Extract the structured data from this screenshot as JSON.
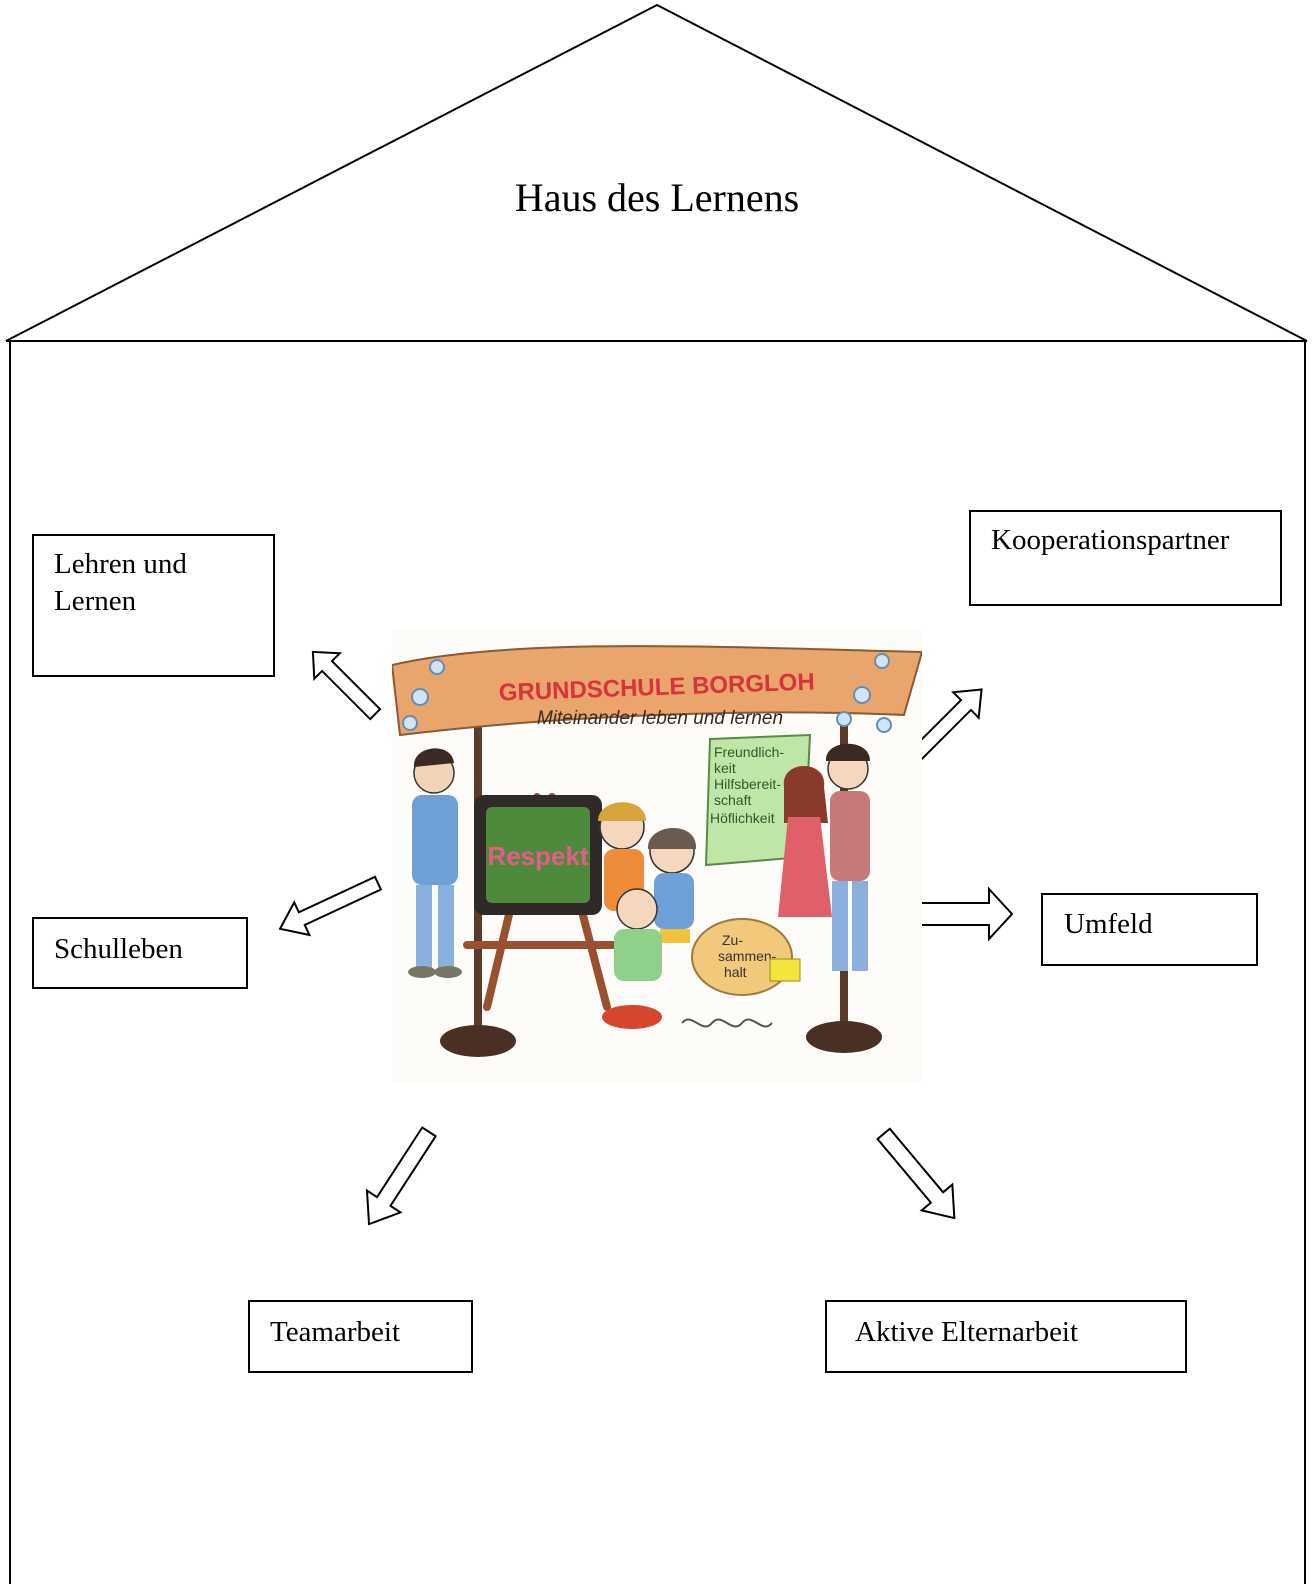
{
  "house": {
    "title": "Haus des Lernens"
  },
  "boxes": {
    "lehren": "Lehren und Lernen",
    "kooperation": "Kooperationspartner",
    "schulleben": "Schulleben",
    "umfeld": "Umfeld",
    "teamarbeit": "Teamarbeit",
    "eltern": "Aktive Elternarbeit"
  },
  "illustration": {
    "banner_title": "GRUNDSCHULE BORGLOH",
    "banner_subtitle": "Miteinander leben und lernen",
    "board_text": "Respekt",
    "poster_lines": [
      "Freundlich-",
      "keit",
      "Hilfsbereit-",
      "schaft",
      "Höflichkeit"
    ],
    "cheese_lines": [
      "Zu-",
      "sammen-",
      "halt"
    ]
  },
  "colors": {
    "line": "#000000",
    "banner": "#e8a46a",
    "banner_text": "#d8323c",
    "board": "#4e8a3c",
    "poster": "#bfe6a6"
  }
}
